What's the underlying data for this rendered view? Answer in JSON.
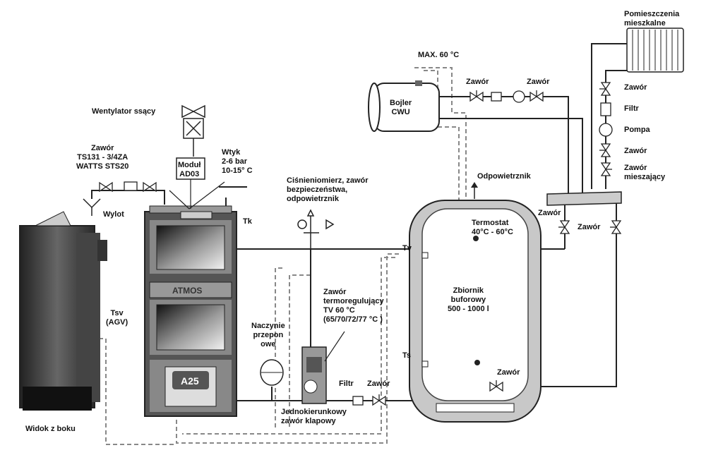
{
  "labels": {
    "pomieszczenia": "Pomieszczenia\nmieszkalne",
    "max60": "MAX. 60 °C",
    "zawor_top1": "Zawór",
    "zawor_top2": "Zawór",
    "bojler": "Bojler\nCWU",
    "zawor_r1": "Zawór",
    "filtr_r": "Filtr",
    "pompa_r": "Pompa",
    "zawor_r2": "Zawór",
    "zawor_mieszajacy": "Zawór\nmieszający",
    "wentylator": "Wentylator ssący",
    "zawor_ts": "Zawór\nTS131 - 3/4ZA\nWATTS STS20",
    "modul": "Moduł\nAD03",
    "wtyk": "Wtyk\n2-6 bar\n10-15° C",
    "cisnieniomierz": "Ciśnieniomierz, zawór\nbezpieczeństwa,\nodpowietrznik",
    "odpowietrznik": "Odpowietrznik",
    "wylot": "Wylot",
    "tk": "Tk",
    "zawor_mid": "Zawór",
    "zawor_mid2": "Zawór",
    "termostat": "Termostat\n40°C - 60°C",
    "tv": "Tv",
    "ts": "Ts",
    "tsv": "Tsv\n(AGV)",
    "zawor_termo": "Zawór\ntermoregulujący\nTV 60 °C\n(65/70/72/77 °C )",
    "zbiornik": "Zbiornik\nbuforowy\n500 - 1000 l",
    "naczynie": "Naczynie\nprzepon\nowe",
    "filtr_b": "Filtr",
    "zawor_b": "Zawór",
    "zawor_tank": "Zawór",
    "jednokierunkowy": "Jednokierunkowy\nzawór klapowy",
    "widok": "Widok z boku",
    "atmos": "ATMOS",
    "a25": "A25"
  }
}
